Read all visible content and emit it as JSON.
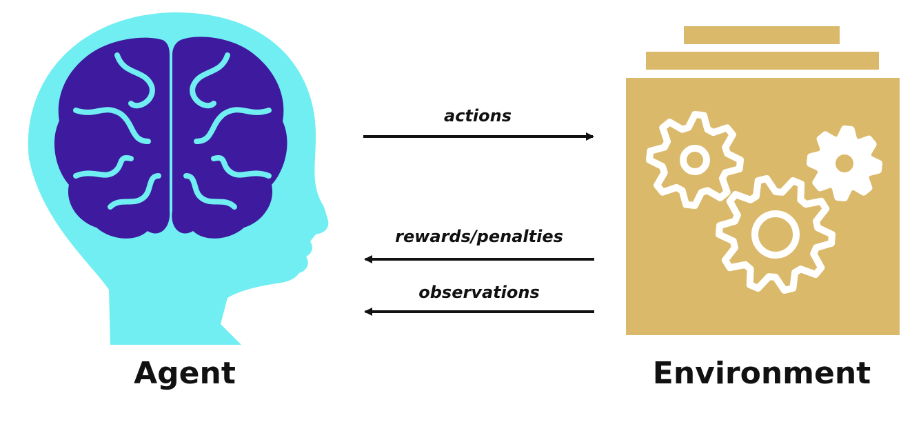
{
  "agent": {
    "label": "Agent",
    "head_color": "#70eef2",
    "brain_color": "#3d1a9e",
    "icon": "head-with-brain-icon"
  },
  "environment": {
    "label": "Environment",
    "box_color": "#dbb96b",
    "gear_color": "#ffffff",
    "icon": "gears-icon"
  },
  "arrows": {
    "actions": {
      "label": "actions",
      "direction": "agent-to-environment"
    },
    "rewards": {
      "label": "rewards/penalties",
      "direction": "environment-to-agent"
    },
    "observations": {
      "label": "observations",
      "direction": "environment-to-agent"
    }
  }
}
